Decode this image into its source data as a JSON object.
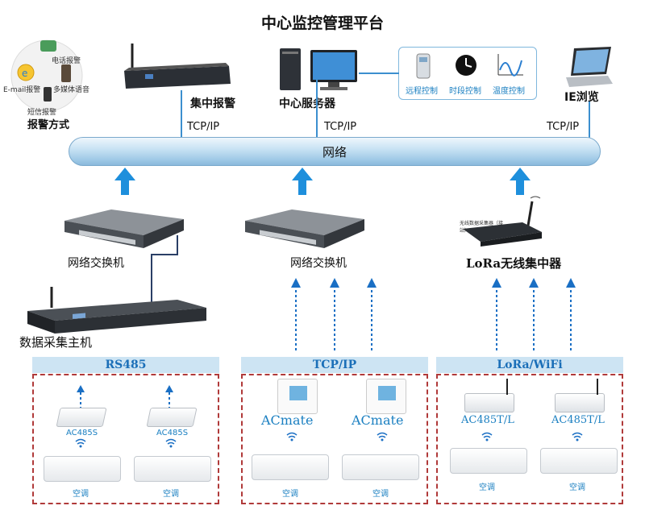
{
  "title": "中心监控管理平台",
  "alarm": {
    "label": "报警方式",
    "phone": "电话报警",
    "email": "E-mail报警",
    "media": "多媒体语音",
    "sms": "短信报警"
  },
  "concentrated_alarm": "集中报警",
  "server": "中心服务器",
  "controls": [
    "远程控制",
    "时段控制",
    "温度控制"
  ],
  "ie": "IE浏览",
  "tcpip": "TCP/IP",
  "network": "网络",
  "switch_label": "网络交换机",
  "lora_concentrator": "LoRa无线集中器",
  "lora_device_text": "无线数据采集器（接站）",
  "data_host": "数据采集主机",
  "bands": {
    "rs485": "RS485",
    "tcp": "TCP/IP",
    "lora": "LoRa/WiFi"
  },
  "devices": {
    "ac485s": "AC485S",
    "acmate": "ACmate",
    "ac485tl": "AC485T/L",
    "aircon": "空调"
  },
  "colors": {
    "accent_blue": "#1a7fc1",
    "dash_red": "#b03a3a",
    "band_bg": "#cde4f3"
  }
}
